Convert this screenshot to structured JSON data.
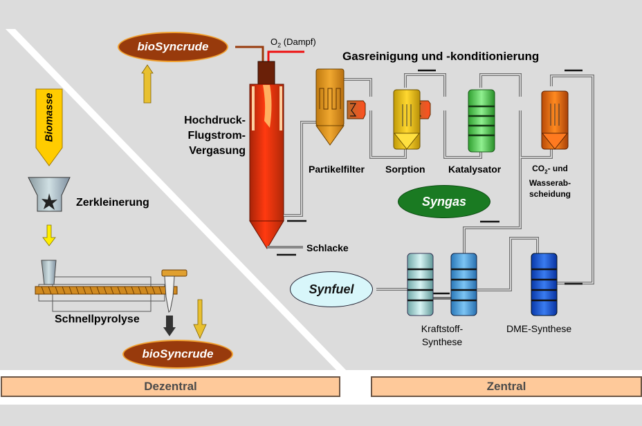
{
  "regions": {
    "left_label": "Dezentral",
    "right_label": "Zentral"
  },
  "left": {
    "biomass_arrow_label": "Biomasse",
    "crushing_label": "Zerkleinerung",
    "pyrolysis_label": "Schnellpyrolyse",
    "product_label": "bioSyncrude"
  },
  "right": {
    "feed_label": "bioSyncrude",
    "oxidant_label_main": "O",
    "oxidant_label_sub": "2",
    "oxidant_label_suffix": " (Dampf)",
    "gasifier_label": [
      "Hochdruck-",
      "Flugstrom-",
      "Vergasung"
    ],
    "slag_label": "Schlacke",
    "gas_cleaning_title": "Gasreinigung und -konditionierung",
    "units": [
      {
        "label": "Partikelfilter"
      },
      {
        "label": "Sorption"
      },
      {
        "label": "Katalysator"
      },
      {
        "label_parts": [
          "CO",
          "2",
          "- und",
          "Wasserab-",
          "scheidung"
        ]
      }
    ],
    "syngas_label": "Syngas",
    "synfuel_label": "Synfuel",
    "fuel_synthesis_label": [
      "Kraftstoff-",
      "Synthese"
    ],
    "dme_synthesis_label": "DME-Synthese"
  },
  "colors": {
    "background": "#dcdcdc",
    "biosyncrude_fill": "#983a0c",
    "biosyncrude_border": "#f0a030",
    "syngas_fill": "#1a7a22",
    "synfuel_fill": "#d8f6fa",
    "region_bar": "#fec99a",
    "gasifier": "#e83a10",
    "pipe": "#7a7a7a"
  }
}
